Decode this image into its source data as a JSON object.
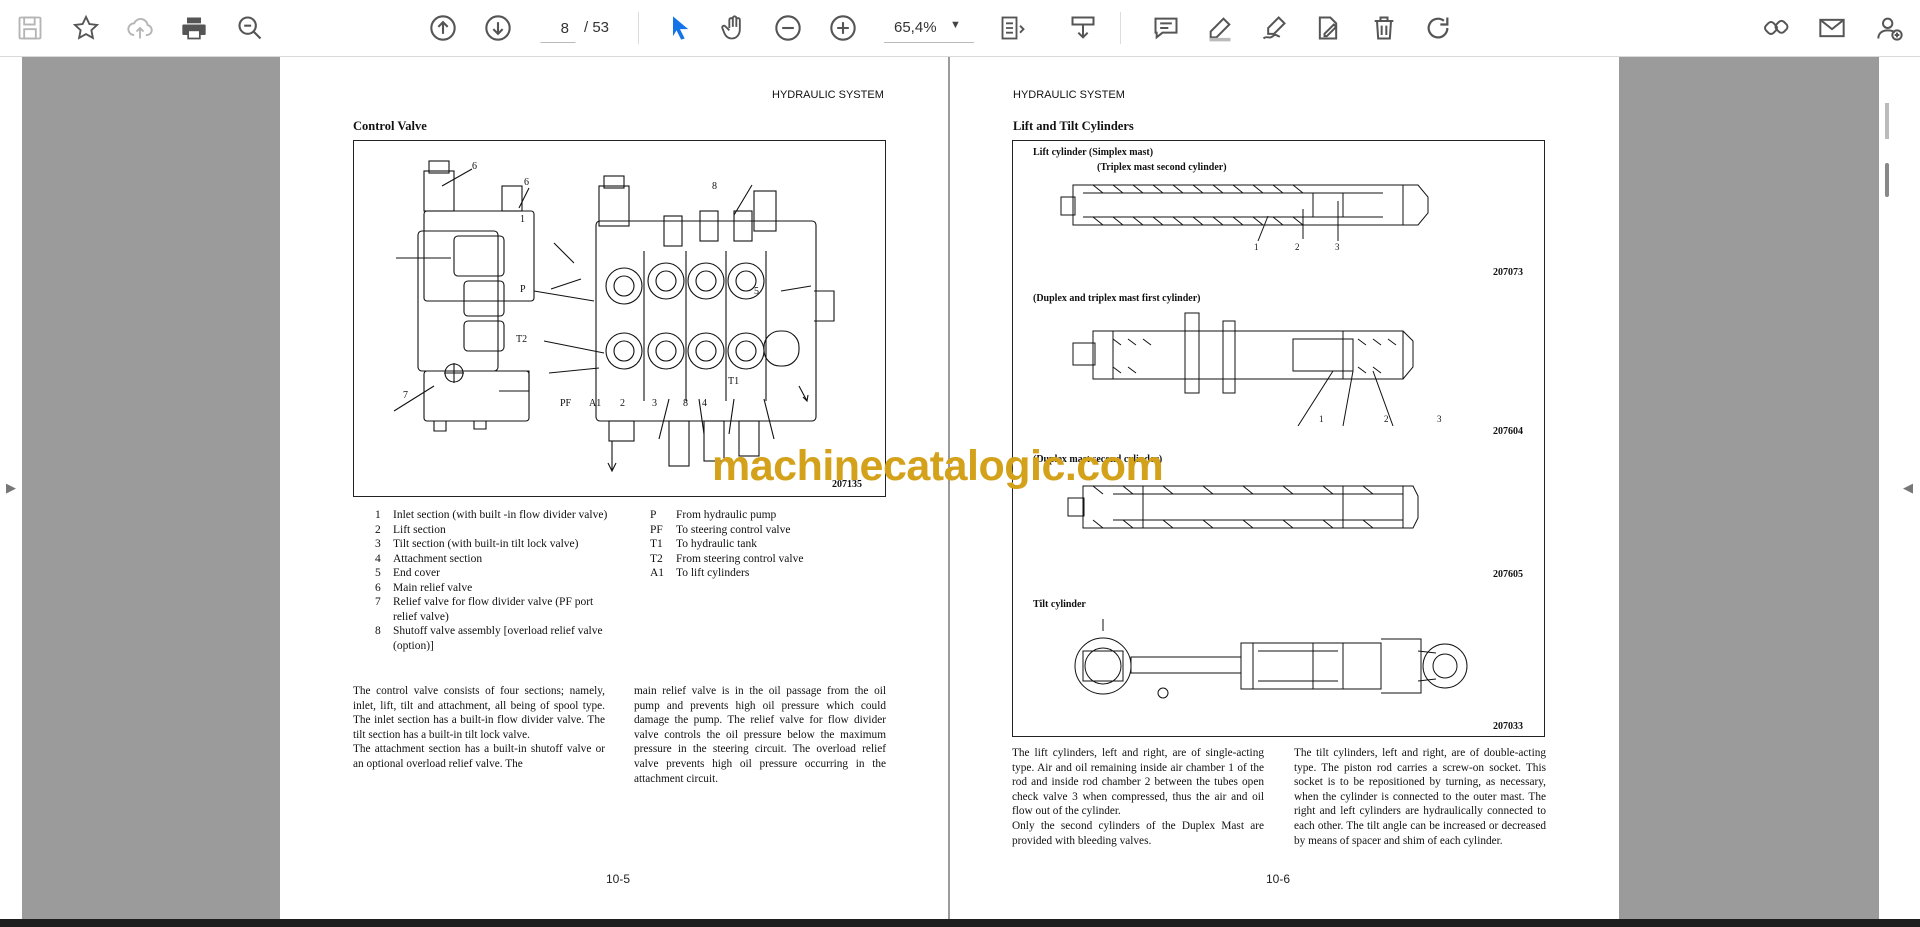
{
  "toolbar": {
    "page_current": "8",
    "page_total": "/ 53",
    "zoom": "65,4%",
    "icons": [
      "save-icon",
      "bookmark-star-icon",
      "upload-cloud-icon",
      "print-icon",
      "zoom-search-icon",
      "page-up-icon",
      "page-down-icon",
      "select-cursor-icon",
      "hand-icon",
      "zoom-out-icon",
      "zoom-in-icon",
      "fit-page-icon",
      "download-icon",
      "comment-icon",
      "highlight-pen-icon",
      "sign-icon",
      "edit-pages-icon",
      "delete-icon",
      "rotate-icon",
      "share-link-icon",
      "email-icon",
      "add-user-icon"
    ]
  },
  "left_page": {
    "header": "HYDRAULIC SYSTEM",
    "title": "Control Valve",
    "figure_number": "207135",
    "figure_labels": {
      "l6a": "6",
      "l6b": "6",
      "l8": "8",
      "l1": "1",
      "lP": "P",
      "l5": "5",
      "lT2": "T2",
      "l7": "7",
      "lPF": "PF",
      "lA1": "A1",
      "l2": "2",
      "l3": "3",
      "l8b": "8",
      "l4": "4",
      "lT1": "T1"
    },
    "legend_left": [
      {
        "num": "1",
        "text": "Inlet section (with built -in flow divider valve)"
      },
      {
        "num": "2",
        "text": "Lift section"
      },
      {
        "num": "3",
        "text": "Tilt section (with built-in tilt lock valve)"
      },
      {
        "num": "4",
        "text": "Attachment section"
      },
      {
        "num": "5",
        "text": "End cover"
      },
      {
        "num": "6",
        "text": "Main relief valve"
      },
      {
        "num": "7",
        "text": "Relief valve for flow divider valve (PF port relief valve)"
      },
      {
        "num": "8",
        "text": "Shutoff valve assembly [overload relief valve (option)]"
      }
    ],
    "legend_right": [
      {
        "code": "P",
        "text": "From hydraulic pump"
      },
      {
        "code": "PF",
        "text": "To steering control valve"
      },
      {
        "code": "T1",
        "text": "To hydraulic tank"
      },
      {
        "code": "T2",
        "text": "From steering control valve"
      },
      {
        "code": "A1",
        "text": "To lift cylinders"
      }
    ],
    "para_left_1": "The control valve consists of four sections; namely, inlet, lift, tilt and attachment, all being of spool type. The inlet section has a built-in flow divider valve. The tilt section has a built-in tilt lock valve.",
    "para_left_2": "The attachment section has a built-in shutoff valve or an optional overload relief valve. The",
    "para_right": "main relief valve is in the oil passage from the oil pump and prevents high oil pressure which could damage the pump. The relief valve for flow divider valve controls the oil pressure below the maximum pressure in the steering circuit. The overload relief valve prevents high oil pressure occurring in the attachment circuit.",
    "page_number": "10-5"
  },
  "right_page": {
    "header": "HYDRAULIC SYSTEM",
    "title": "Lift and Tilt Cylinders",
    "caption1a": "Lift cylinder (Simplex mast)",
    "caption1b": "(Triplex mast second cylinder)",
    "fig1": "207073",
    "caption2": "(Duplex and triplex mast first cylinder)",
    "fig2": "207604",
    "caption3": "(Duplex mast second cylinder)",
    "fig3": "207605",
    "caption4": "Tilt cylinder",
    "fig4": "207033",
    "callouts": {
      "a1": "1",
      "a2": "2",
      "a3": "3",
      "b1": "1",
      "b2": "2",
      "b3": "3"
    },
    "para_left_1": "The lift cylinders, left and right, are of single-acting type.  Air and oil remaining inside air chamber 1 of the rod and inside rod chamber 2 between the tubes open check valve 3 when compressed, thus the air and oil flow out of the cylinder.",
    "para_left_2": "Only the second cylinders of the Duplex Mast are provided with bleeding valves.",
    "para_right": "The tilt cylinders, left and right, are of double-acting type. The piston rod carries a screw-on socket. This socket is to be repositioned by turning, as necessary, when the cylinder is connected to the outer mast. The right and left cylinders are hydraulically connected to each other. The tilt angle can be increased or decreased by means of spacer and shim of each cylinder.",
    "page_number": "10-6"
  },
  "watermark": "machinecatalogic.com"
}
